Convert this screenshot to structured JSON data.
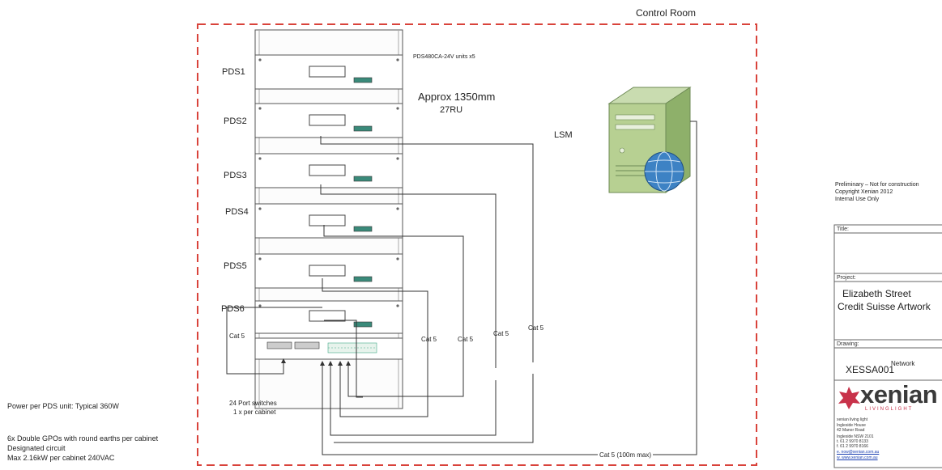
{
  "control_room_label": "Control Room",
  "rack": {
    "units_note": "PDS480CA-24V units x5",
    "approx_line1": "Approx 1350mm",
    "approx_line2": "27RU",
    "pds_labels": [
      "PDS1",
      "PDS2",
      "PDS3",
      "PDS4",
      "PDS5",
      "PDS6"
    ],
    "switch_caption_line1": "24 Port switches",
    "switch_caption_line2": "1 x per cabinet"
  },
  "lsm_label": "LSM",
  "cable_labels": {
    "rack_left": "Cat 5",
    "c1": "Cat 5",
    "c2": "Cat 5",
    "c3": "Cat 5",
    "c4": "Cat 5",
    "bottom": "Cat 5 (100m max)"
  },
  "notes": {
    "power": "Power per PDS unit:  Typical 360W",
    "gpo_line1": "6x Double GPOs with round earths per cabinet",
    "gpo_line2": "Designated circuit",
    "gpo_line3": "Max 2.16kW per cabinet 240VAC"
  },
  "title_block": {
    "prelim_line1": "Preliminary – Not for construction",
    "prelim_line2": "Copyright Xenian 2012",
    "prelim_line3": "Internal Use Only",
    "title_label": "Title:",
    "project_label": "Project:",
    "project_line1": "Elizabeth Street",
    "project_line2": "Credit Suisse Artwork",
    "drawing_label": "Drawing:",
    "drawing_number": "XESSA001",
    "drawing_suffix": "Network",
    "logo_text": "xenian",
    "logo_tagline": "LIVINGLIGHT",
    "address": [
      "xenian living light",
      "Ingleside House",
      "42 Manor Road",
      "Ingleside NSW 2101",
      "t. 61 2 9970 8133",
      "f. 61 2 9970 8166",
      "e. now@xenian.com.au",
      "w. www.xenian.com.au"
    ]
  }
}
